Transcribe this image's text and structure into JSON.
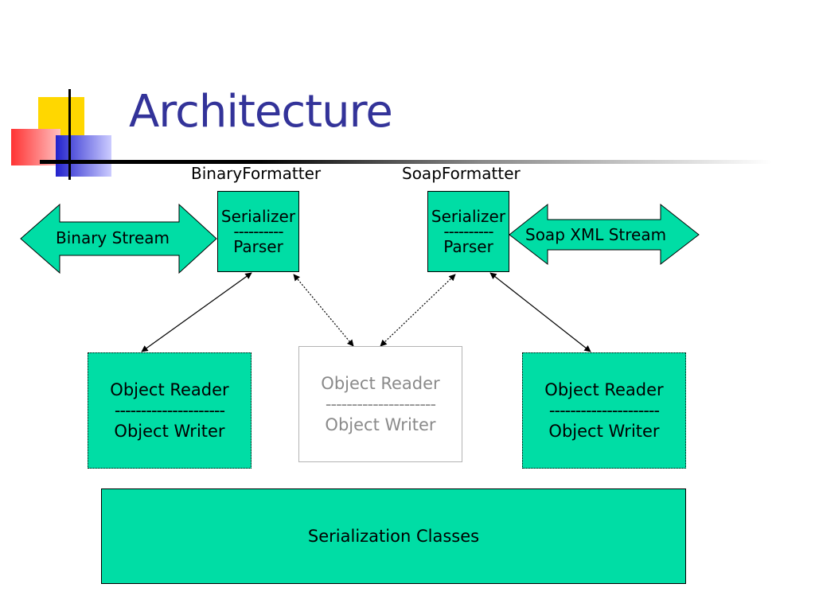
{
  "slide": {
    "title": "Architecture"
  },
  "formatters": {
    "binary": {
      "name": "BinaryFormatter",
      "serializer": "Serializer",
      "divider": "----------",
      "parser": "Parser"
    },
    "soap": {
      "name": "SoapFormatter",
      "serializer": "Serializer",
      "divider": "----------",
      "parser": "Parser"
    }
  },
  "streams": {
    "binary": "Binary Stream",
    "soap": "Soap XML Stream"
  },
  "object_boxes": {
    "left": {
      "reader": "Object Reader",
      "divider": "---------------------",
      "writer": "Object Writer"
    },
    "center": {
      "reader": "Object Reader",
      "divider": "---------------------",
      "writer": "Object Writer"
    },
    "right": {
      "reader": "Object Reader",
      "divider": "---------------------",
      "writer": "Object Writer"
    }
  },
  "base": {
    "label": "Serialization Classes"
  },
  "colors": {
    "accent_fill": "#00DDA5",
    "title": "#333399",
    "logo_yellow": "#FFD700",
    "logo_blue": "#3333CC",
    "logo_red": "#FF4444"
  }
}
